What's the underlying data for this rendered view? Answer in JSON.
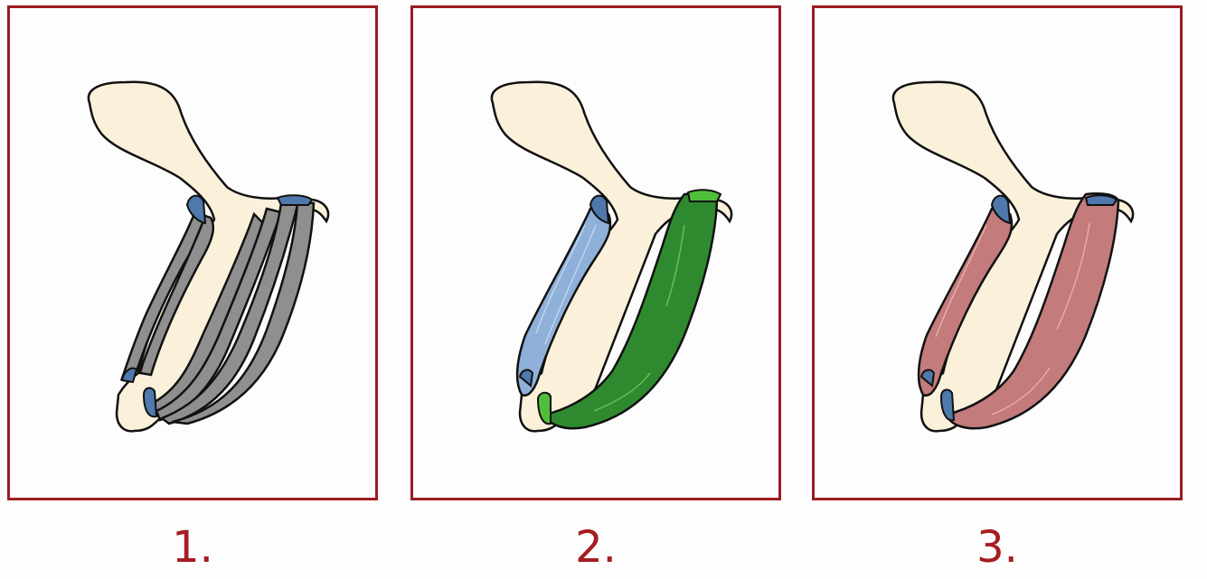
{
  "figures": [
    {
      "label": "1.",
      "muscle_style": "separate grey bands",
      "colors": {
        "muscle": "#8f8f8f",
        "bone": "#fbf1db",
        "tendon": "#4f78ad"
      }
    },
    {
      "label": "2.",
      "muscle_style": "two colored bellies",
      "colors": {
        "front_muscle": "#8fb0d9",
        "back_muscle": "#2f8a2f",
        "back_tendon": "#4fbf3b",
        "bone": "#fbf1db",
        "tendon": "#4f78ad"
      }
    },
    {
      "label": "3.",
      "muscle_style": "two reddish bellies",
      "colors": {
        "muscle": "#c37b7b",
        "bone": "#fbf1db",
        "tendon": "#4f78ad"
      }
    }
  ],
  "frame_color": "#9b1c22"
}
